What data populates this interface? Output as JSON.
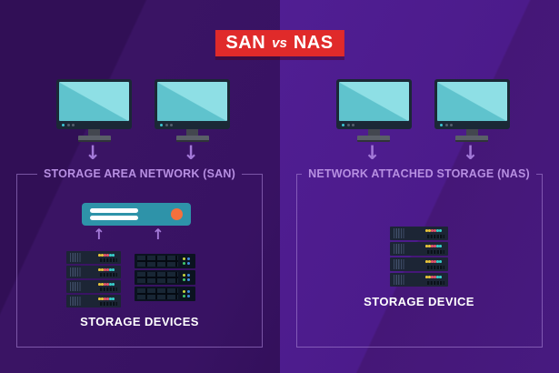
{
  "banner": {
    "left": "SAN",
    "vs": "vs",
    "right": "NAS",
    "background_color": "#e02a2a",
    "text_color": "#ffffff"
  },
  "san_section": {
    "network_label": "STORAGE AREA NETWORK (SAN)",
    "devices_label": "STORAGE DEVICES",
    "monitor_count": 2,
    "storage_stacks": [
      {
        "units": 4,
        "style": "striped-vents"
      },
      {
        "units": 3,
        "style": "drive-bays"
      }
    ],
    "switch": {
      "body_color": "#2e93a9",
      "indicator_color": "#f4703c"
    }
  },
  "nas_section": {
    "network_label": "NETWORK ATTACHED STORAGE (NAS)",
    "devices_label": "STORAGE DEVICE",
    "monitor_count": 2,
    "storage_stacks": [
      {
        "units": 4,
        "style": "striped-vents"
      }
    ]
  },
  "icons": {
    "down_arrow": "↓",
    "up_arrow": "↑"
  },
  "colors": {
    "left_background": "#371260",
    "right_background": "#4b1a8a",
    "box_border": "#a884d6",
    "box_label": "#b78fe2",
    "monitor_screen": "#5fc3cd",
    "monitor_bezel": "#1b2836",
    "arrow": "#a379d8",
    "led_yellow": "#e7c33b",
    "led_red": "#e2556b",
    "led_teal": "#37cdc9",
    "led_blue": "#3f8fe0",
    "led_green": "#41c96c"
  }
}
